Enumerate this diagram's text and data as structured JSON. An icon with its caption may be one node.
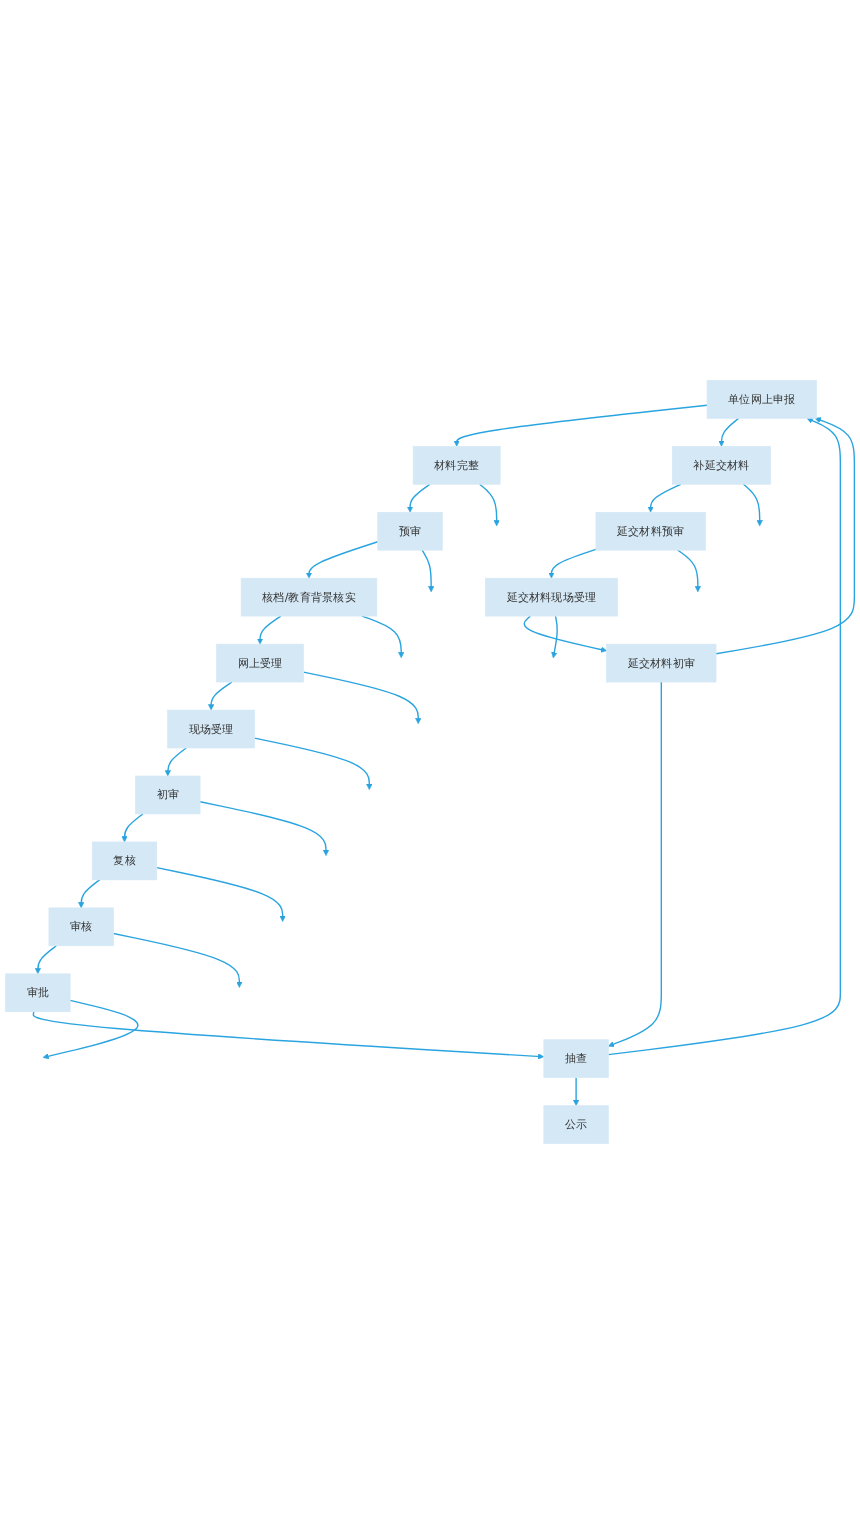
{
  "diagram": {
    "nodes": [
      {
        "text": [
          "单位网上申报"
        ]
      },
      {
        "text": [
          "材料完整"
        ]
      },
      {
        "text": [
          "补延交材料"
        ]
      },
      {
        "text": [
          "预审"
        ]
      },
      {
        "text": [
          "延交材料预审"
        ]
      },
      {
        "text": [
          "核档/教育背景核实"
        ]
      },
      {
        "text": [
          "网上受理"
        ]
      },
      {
        "text": [
          "现场受理"
        ]
      },
      {
        "text": [
          "延交材料现场受理"
        ]
      },
      {
        "text": [
          "初审"
        ]
      },
      {
        "text": [
          "延交材料初审"
        ]
      },
      {
        "text": [
          "复核"
        ]
      },
      {
        "text": [
          "审核"
        ]
      },
      {
        "text": [
          "审批"
        ]
      },
      {
        "text": [
          "抽查"
        ]
      },
      {
        "text": [
          "公示"
        ]
      }
    ],
    "edges": [
      {
        "from": 0,
        "to": 1,
        "arrow": "to"
      },
      {
        "from": 0,
        "to": 2,
        "arrow": "to"
      },
      {
        "from": 1,
        "to": 3,
        "arrow": "to"
      },
      {
        "from": 2,
        "to": 4,
        "arrow": "to"
      },
      {
        "from": 3,
        "to": 5,
        "arrow": "to"
      },
      {
        "from": 5,
        "to": 6,
        "arrow": "to"
      },
      {
        "from": 6,
        "to": 7,
        "arrow": "to"
      },
      {
        "from": 4,
        "to": 8,
        "arrow": "to"
      },
      {
        "from": 7,
        "to": 9,
        "arrow": "to"
      },
      {
        "from": 8,
        "to": 10,
        "arrow": "to"
      },
      {
        "from": 9,
        "to": 11,
        "arrow": "to"
      },
      {
        "from": 11,
        "to": 12,
        "arrow": "to"
      },
      {
        "from": 12,
        "to": 13,
        "arrow": "to"
      },
      {
        "from": 13,
        "to": 14,
        "arrow": "to"
      },
      {
        "from": 10,
        "to": 14,
        "arrow": "to"
      },
      {
        "from": 14,
        "to": 15,
        "arrow": "to"
      },
      {
        "from": 10,
        "to": 0,
        "arrow": "to"
      },
      {
        "from": 14,
        "to": 0,
        "arrow": "to"
      },
      {
        "from": 1,
        "to": null,
        "arrow": "to"
      },
      {
        "from": 2,
        "to": null,
        "arrow": "to"
      },
      {
        "from": 3,
        "to": null,
        "arrow": "to"
      },
      {
        "from": 4,
        "to": null,
        "arrow": "to"
      },
      {
        "from": 5,
        "to": null,
        "arrow": "to"
      },
      {
        "from": 6,
        "to": null,
        "arrow": "to"
      },
      {
        "from": 7,
        "to": null,
        "arrow": "to"
      },
      {
        "from": 8,
        "to": null,
        "arrow": "to"
      },
      {
        "from": 9,
        "to": null,
        "arrow": "to"
      },
      {
        "from": 11,
        "to": null,
        "arrow": "to"
      },
      {
        "from": 12,
        "to": null,
        "arrow": "to"
      },
      {
        "from": 13,
        "to": null,
        "arrow": "to"
      }
    ]
  }
}
